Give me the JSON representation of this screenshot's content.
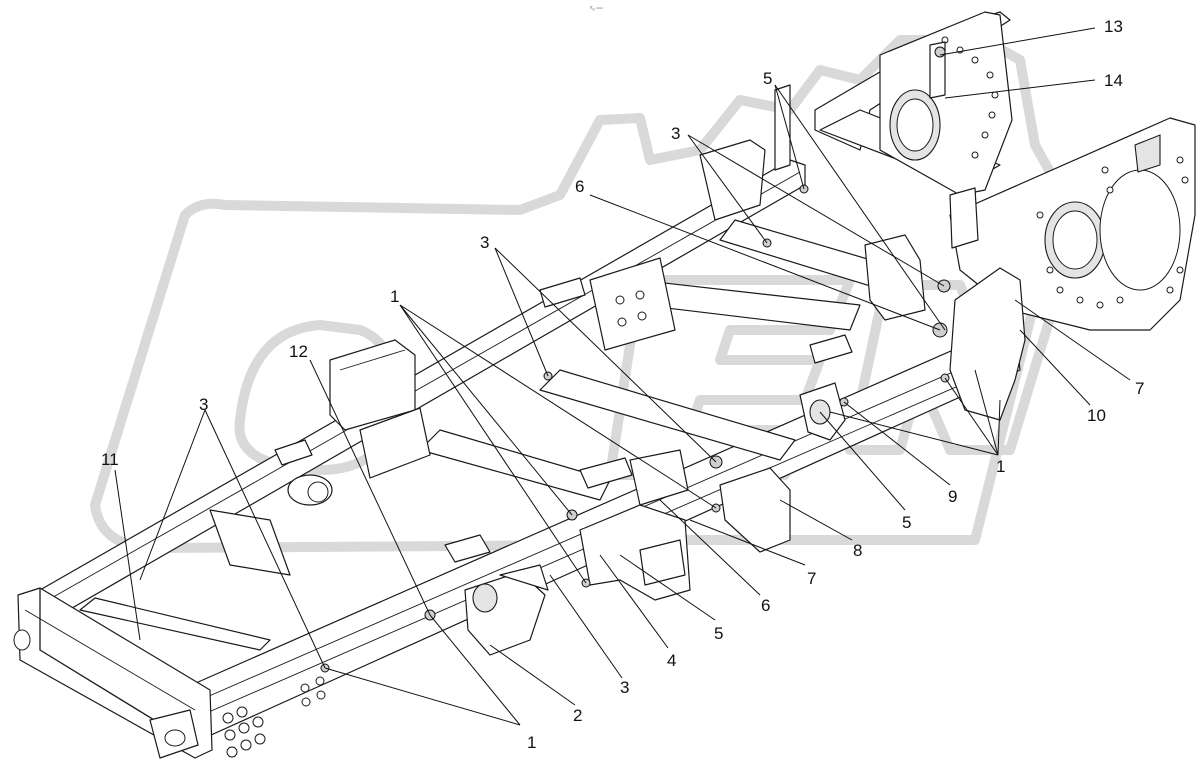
{
  "figure": {
    "top_mark": "ᵒ₀ ▫▫▫",
    "callouts": [
      {
        "number": "1"
      },
      {
        "number": "1"
      },
      {
        "number": "1"
      },
      {
        "number": "2"
      },
      {
        "number": "3"
      },
      {
        "number": "3"
      },
      {
        "number": "3"
      },
      {
        "number": "3"
      },
      {
        "number": "4"
      },
      {
        "number": "5"
      },
      {
        "number": "5"
      },
      {
        "number": "5"
      },
      {
        "number": "6"
      },
      {
        "number": "6"
      },
      {
        "number": "7"
      },
      {
        "number": "7"
      },
      {
        "number": "8"
      },
      {
        "number": "9"
      },
      {
        "number": "10"
      },
      {
        "number": "11"
      },
      {
        "number": "12"
      },
      {
        "number": "13"
      },
      {
        "number": "14"
      }
    ]
  }
}
